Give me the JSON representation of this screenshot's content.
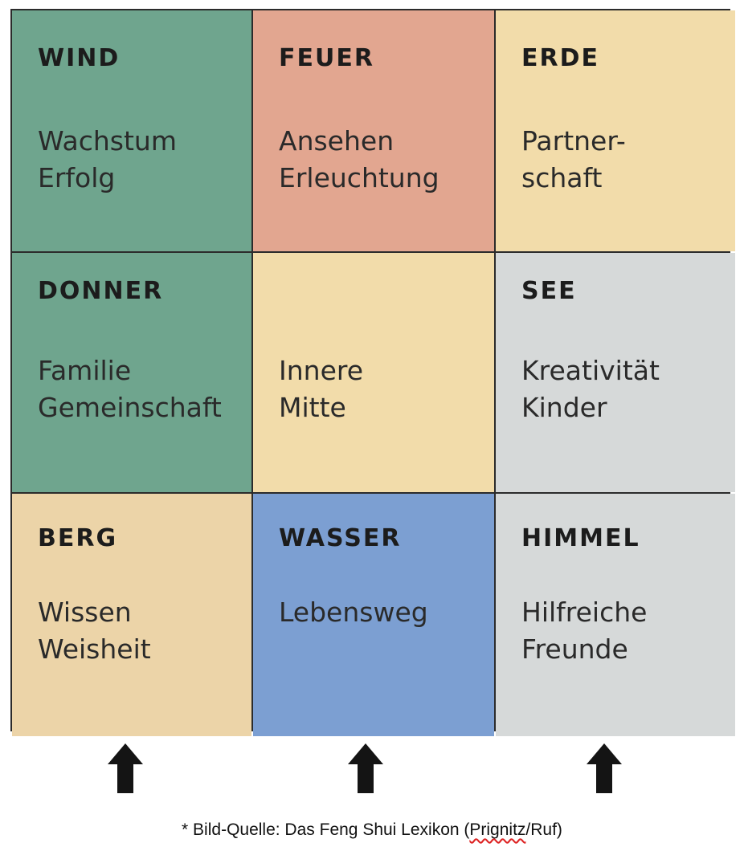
{
  "cells": [
    {
      "title": "WIND",
      "text": "Wachstum\nErfolg",
      "color": "#6fa58e"
    },
    {
      "title": "FEUER",
      "text": "Ansehen\nErleuchtung",
      "color": "#e2a690"
    },
    {
      "title": "ERDE",
      "text": "Partner-\nschaft",
      "color": "#f2dcaa"
    },
    {
      "title": "DONNER",
      "text": "Familie\nGemeinschaft",
      "color": "#6fa58e"
    },
    {
      "title": "",
      "text": "Innere\nMitte",
      "color": "#f2dcaa"
    },
    {
      "title": "SEE",
      "text": "Kreativität\nKinder",
      "color": "#d6d9d9"
    },
    {
      "title": "BERG",
      "text": "Wissen\nWeisheit",
      "color": "#ecd4a8"
    },
    {
      "title": "WASSER",
      "text": "Lebensweg",
      "color": "#7c9fd2"
    },
    {
      "title": "HIMMEL",
      "text": "Hilfreiche\nFreunde",
      "color": "#d6d9d9"
    }
  ],
  "arrows": [
    {
      "icon": "up-arrow-icon"
    },
    {
      "icon": "up-arrow-icon"
    },
    {
      "icon": "up-arrow-icon"
    }
  ],
  "caption": {
    "prefix": "* Bild-Quelle: Das Feng Shui Lexikon (",
    "underlined": "Prignitz",
    "suffix": "/Ruf)"
  }
}
